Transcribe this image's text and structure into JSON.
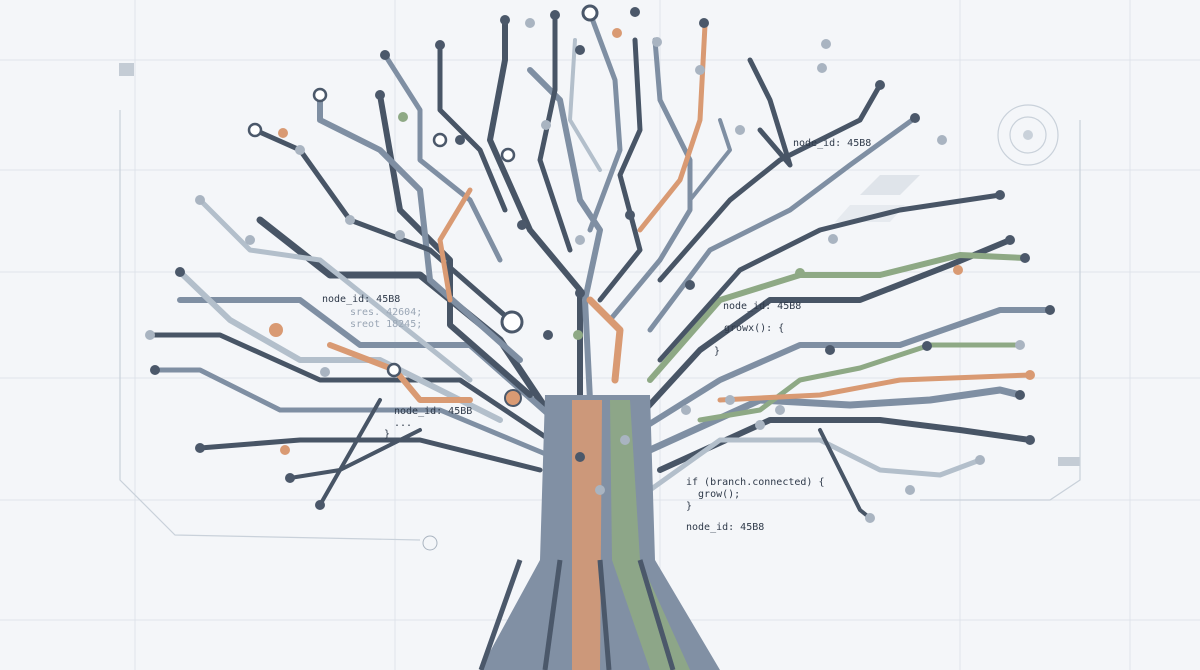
{
  "colors": {
    "background": "#f4f6f9",
    "grid": "#dfe4ea",
    "trace_dark": "#485566",
    "trace_mid": "#7f8fa3",
    "trace_light": "#b3bfcb",
    "accent_orange": "#d99a73",
    "accent_green": "#8ea985",
    "text": "#2f3a4a"
  },
  "labels": {
    "node_top_right": "node_id: 45B8",
    "node_left": "node_id: 45B8",
    "left_meta_1": "sres. 42604;",
    "left_meta_2": "sreot 18245;",
    "node_center_left": "node_id: 45BB",
    "center_left_ellipsis": "...",
    "center_left_close": "}",
    "node_center_right": "node_id: 45B8",
    "grow_call": "growx(): {",
    "grow_close": "}",
    "if_line_1": "if (branch.connected) {",
    "if_line_2": "  grow();",
    "if_line_3": "}",
    "node_bottom": "node_id: 45B8"
  }
}
